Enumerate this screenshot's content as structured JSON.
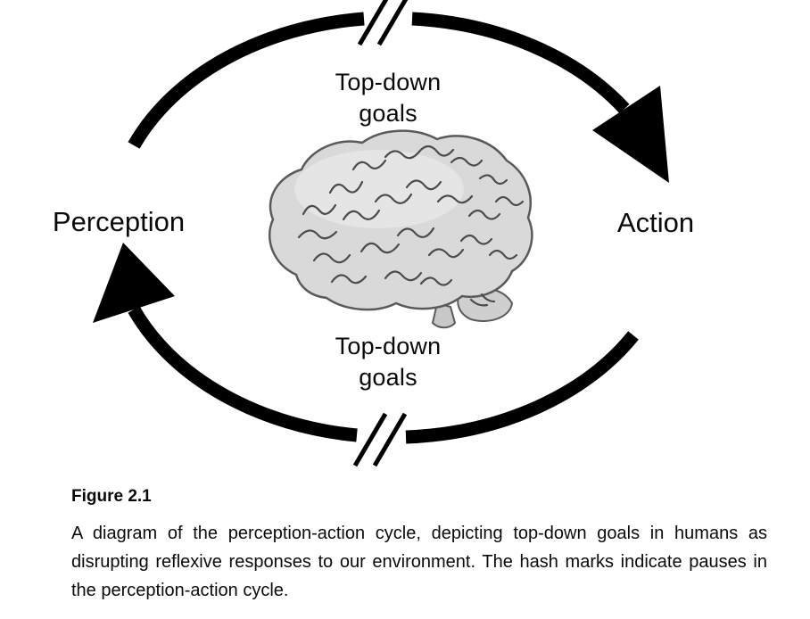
{
  "diagram": {
    "top_label": {
      "line1": "Top-down",
      "line2": "goals"
    },
    "bottom_label": {
      "line1": "Top-down",
      "line2": "goals"
    },
    "left_label": "Perception",
    "right_label": "Action",
    "center_icon": "brain-illustration",
    "colors": {
      "arrow": "#000000",
      "brain_fill": "#d9d9d9",
      "brain_outline": "#5a5a5a",
      "background": "#ffffff"
    }
  },
  "caption": {
    "figure_number": "Figure 2.1",
    "text": "A diagram of the perception-action cycle, depicting top-down goals in humans as disrupting reflexive responses to our environment. The hash marks indicate pauses in the perception-action cycle."
  }
}
